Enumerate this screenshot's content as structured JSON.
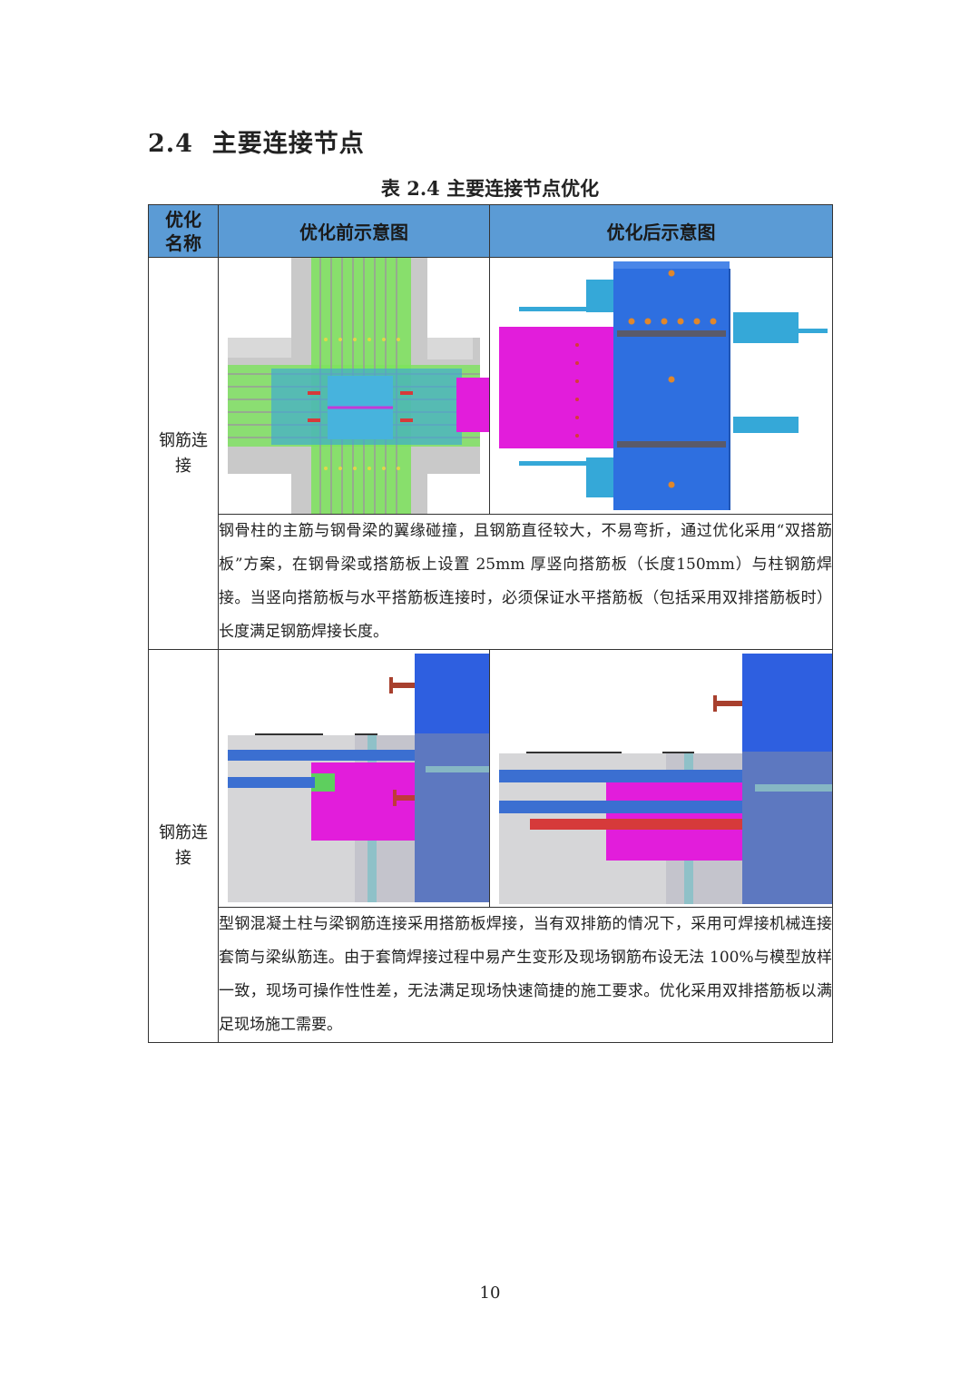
{
  "section": {
    "number": "2.4",
    "title": "主要连接节点"
  },
  "table": {
    "caption": "表 2.4 主要连接节点优化",
    "headers": {
      "name_line1": "优化",
      "name_line2": "名称",
      "before": "优化前示意图",
      "after": "优化后示意图"
    },
    "rows": [
      {
        "name": "钢筋连接",
        "description": "钢骨柱的主筋与钢骨梁的翼缘碰撞，且钢筋直径较大，不易弯折，通过优化采用“双搭筋板”方案，在钢骨梁或搭筋板上设置 25mm 厚竖向搭筋板（长度150mm）与柱钢筋焊接。当竖向搭筋板与水平搭筋板连接时，必须保证水平搭筋板（包括采用双排搭筋板时）长度满足钢筋焊接长度。"
      },
      {
        "name": "钢筋连接",
        "description": "型钢混凝土柱与梁钢筋连接采用搭筋板焊接，当有双排筋的情况下，采用可焊接机械连接套筒与梁纵筋连。由于套筒焊接过程中易产生变形及现场钢筋布设无法 100%与模型放样一致，现场可操作性性差，无法满足现场快速简捷的施工要求。优化采用双排搭筋板以满足现场施工需要。"
      }
    ]
  },
  "page_number": "10",
  "colors": {
    "header_blue": "#5b9bd5",
    "steel_blue": "#2e6fe0",
    "cyan": "#35a8d8",
    "magenta": "#e21ddb",
    "green": "#7ce35c",
    "rebar_red": "#d63a3a"
  }
}
